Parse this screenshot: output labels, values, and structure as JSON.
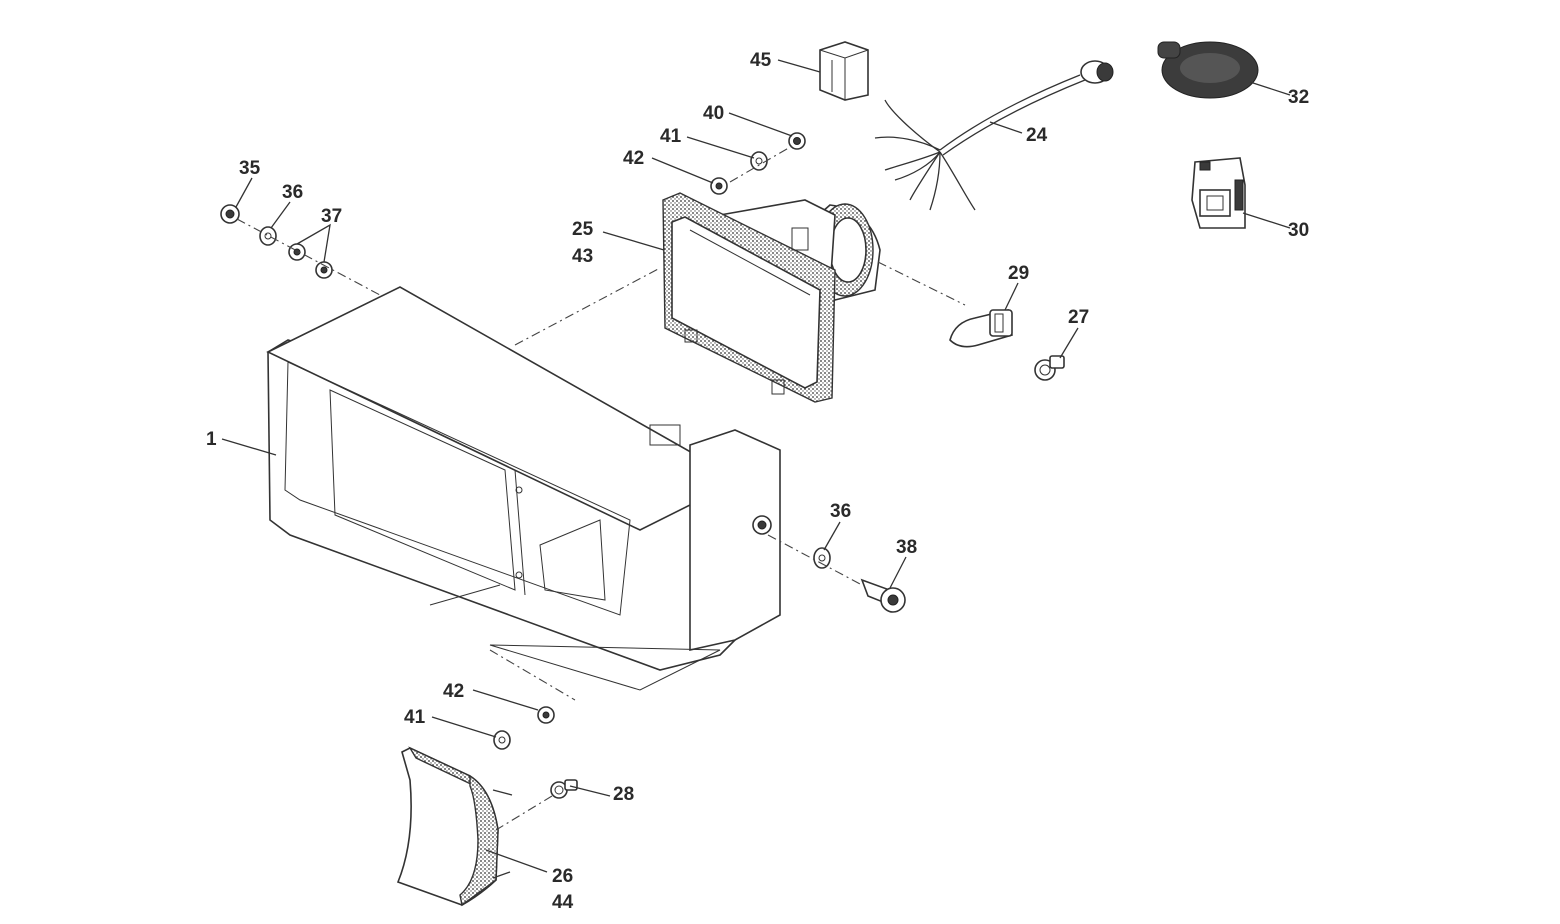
{
  "labels": {
    "p1": "1",
    "p24": "24",
    "p25": "25",
    "p43": "43",
    "p26": "26",
    "p44": "44",
    "p27": "27",
    "p28": "28",
    "p29": "29",
    "p30": "30",
    "p32": "32",
    "p35": "35",
    "p36a": "36",
    "p36b": "36",
    "p37": "37",
    "p38": "38",
    "p40": "40",
    "p41a": "41",
    "p41b": "41",
    "p42a": "42",
    "p42b": "42",
    "p45": "45"
  },
  "colors": {
    "line": "#333333",
    "background": "#ffffff",
    "dark_part": "#3a3a3a"
  },
  "icons": [
    "housing",
    "headlamp-insert",
    "wiring-harness",
    "connector-housing",
    "bulb",
    "bulb-holder",
    "cable-coil",
    "socket",
    "nut",
    "washer",
    "screw",
    "indicator-lamp"
  ]
}
